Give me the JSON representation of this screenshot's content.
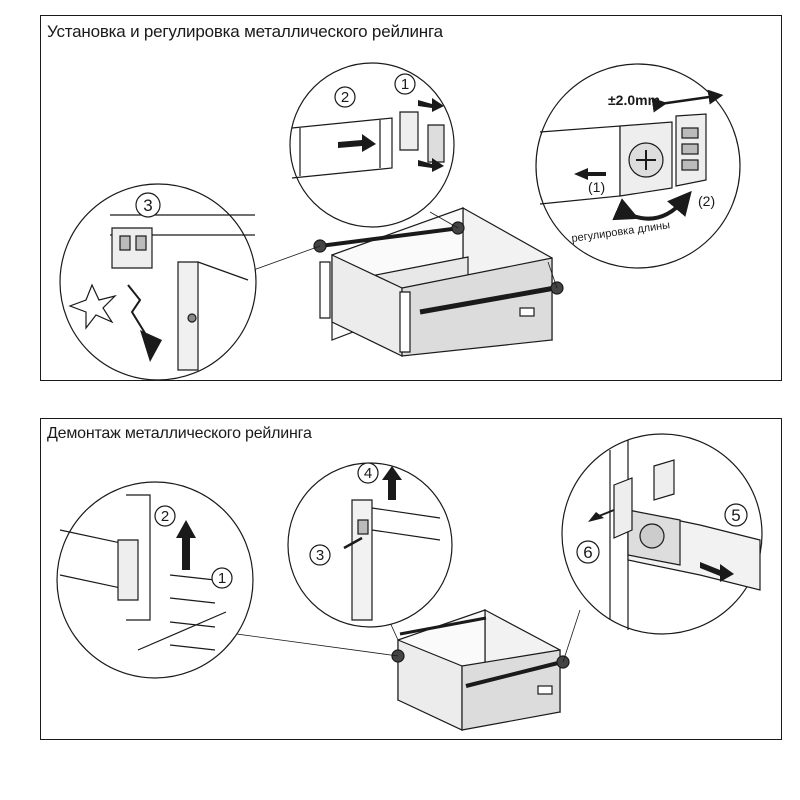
{
  "install": {
    "title": "Установка и регулировка металлического рейлинга",
    "step1": "1",
    "step2": "2",
    "step3": "3",
    "tolerance": "±2.0mm",
    "adj1": "(1)",
    "adj2": "(2)",
    "adjust_label": "регулировка длины"
  },
  "remove": {
    "title": "Демонтаж металлического рейлинга",
    "step1": "1",
    "step2": "2",
    "step3": "3",
    "step4": "4",
    "step5": "5",
    "step6": "6"
  },
  "colors": {
    "line": "#1a1a1a",
    "wood": "#e6e6e6",
    "grey": "#bdbdbd"
  }
}
